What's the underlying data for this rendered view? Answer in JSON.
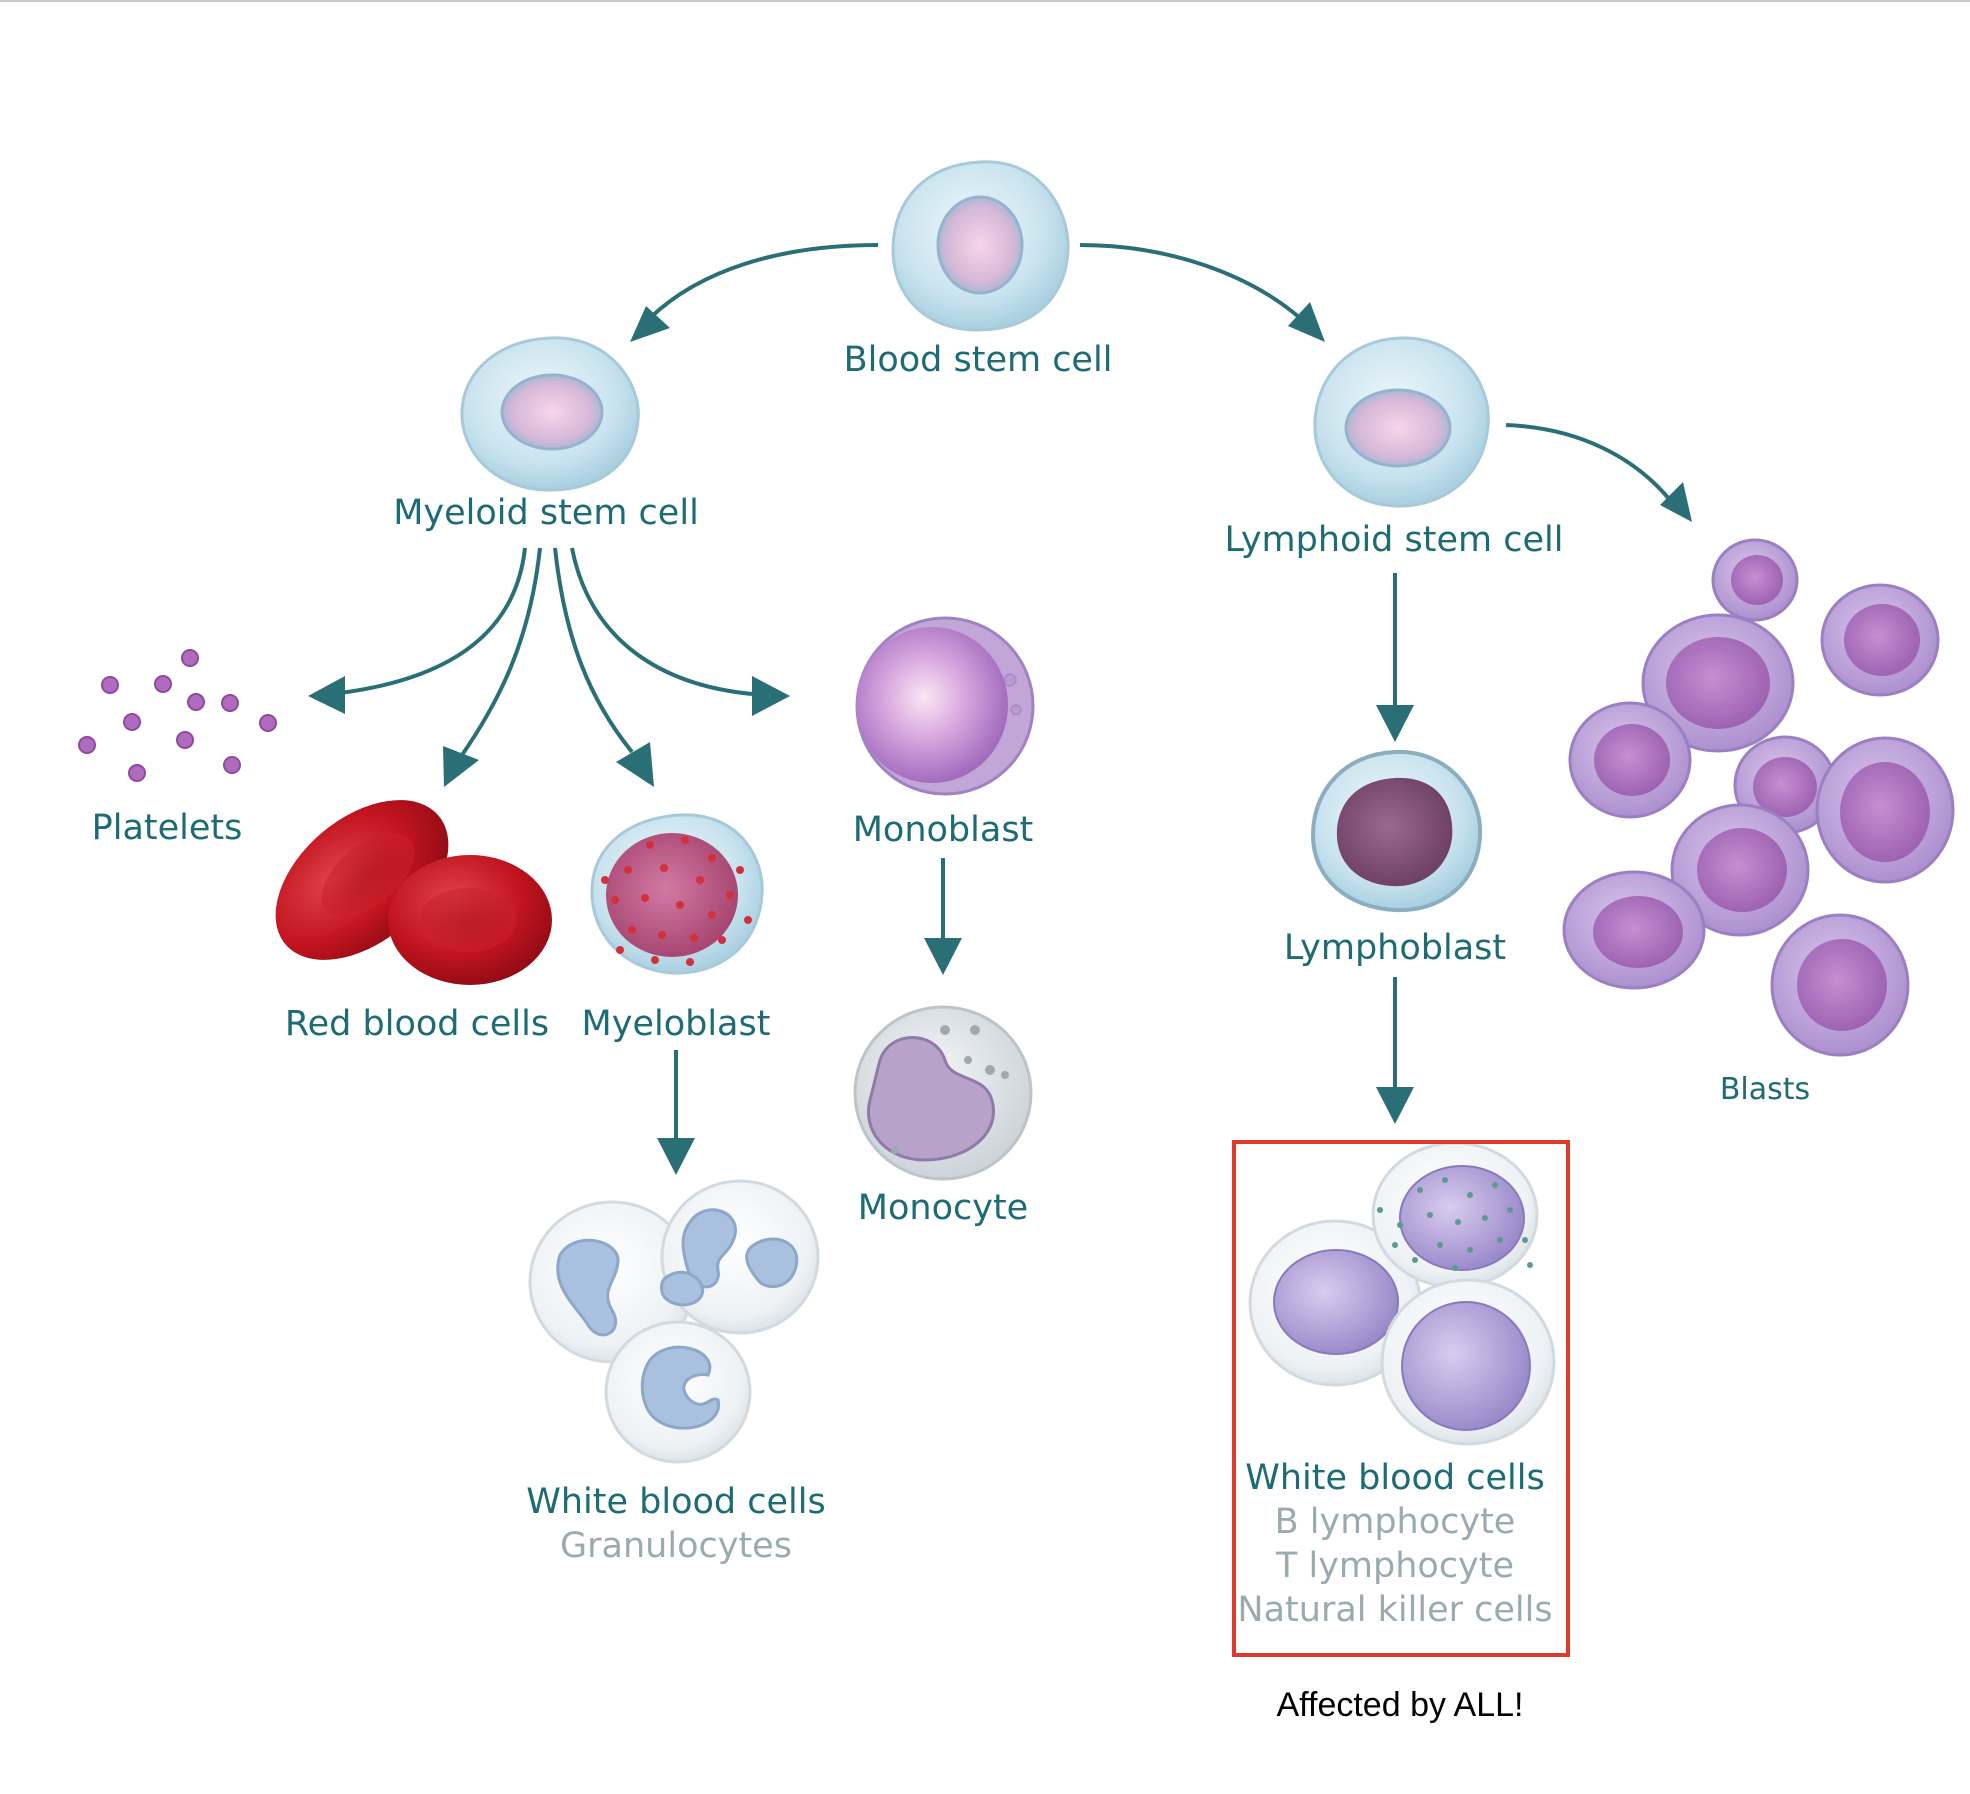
{
  "labels": {
    "blood_stem_cell": "Blood stem cell",
    "myeloid_stem_cell": "Myeloid stem cell",
    "lymphoid_stem_cell": "Lymphoid stem cell",
    "platelets": "Platelets",
    "red_blood_cells": "Red blood cells",
    "myeloblast": "Myeloblast",
    "monoblast": "Monoblast",
    "monocyte": "Monocyte",
    "lymphoblast": "Lymphoblast",
    "blasts": "Blasts",
    "granulocyte_group": {
      "title": "White blood cells",
      "subtitle": "Granulocytes"
    },
    "lymphocyte_group": {
      "title": "White blood cells",
      "items": [
        "B lymphocyte",
        "T lymphocyte",
        "Natural killer cells"
      ]
    }
  },
  "annotation": "Affected by ALL!",
  "colors": {
    "label_teal": "#1d6b73",
    "label_gray": "#9aabb0",
    "arrow": "#2a6f76",
    "highlight_border": "#e03a2a",
    "stem_cell": "#c9e3ee",
    "blast_purple": "#b28fd0",
    "red_cell": "#c4141f",
    "platelet": "#b06bbf"
  }
}
